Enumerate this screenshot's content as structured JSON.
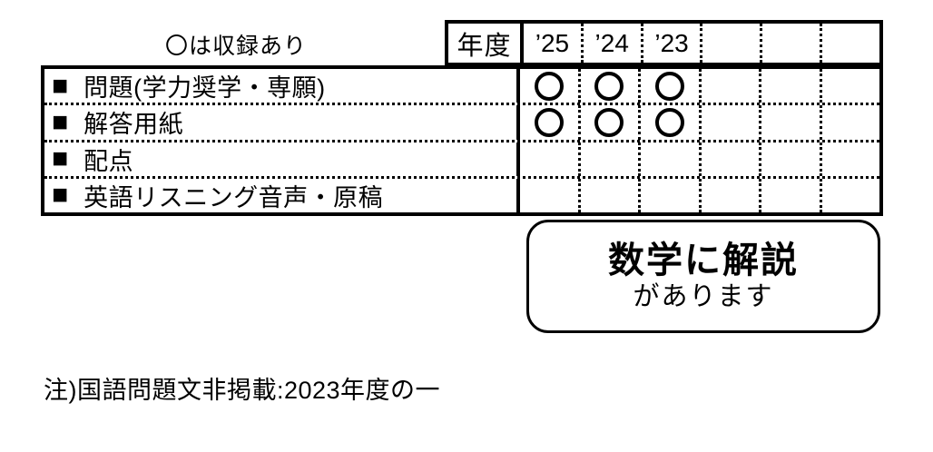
{
  "legend": "〇は収録あり",
  "header": {
    "nendo_label": "年度",
    "years": [
      "’25",
      "’24",
      "’23",
      "",
      "",
      ""
    ]
  },
  "table": {
    "rows": [
      {
        "bullet": "■",
        "label": "問題(学力奨学・専願)",
        "marks": [
          true,
          true,
          true,
          false,
          false,
          false
        ]
      },
      {
        "bullet": "■",
        "label": "解答用紙",
        "marks": [
          true,
          true,
          true,
          false,
          false,
          false
        ]
      },
      {
        "bullet": "■",
        "label": "配点",
        "marks": [
          false,
          false,
          false,
          false,
          false,
          false
        ]
      },
      {
        "bullet": "■",
        "label": "英語リスニング音声・原稿",
        "marks": [
          false,
          false,
          false,
          false,
          false,
          false
        ]
      }
    ],
    "mark_meaning": "収録あり"
  },
  "callout": {
    "line1": "数学に解説",
    "line2": "があります"
  },
  "note": "注)国語問題文非掲載:2023年度の一",
  "colors": {
    "ink": "#000000",
    "background": "#ffffff"
  }
}
